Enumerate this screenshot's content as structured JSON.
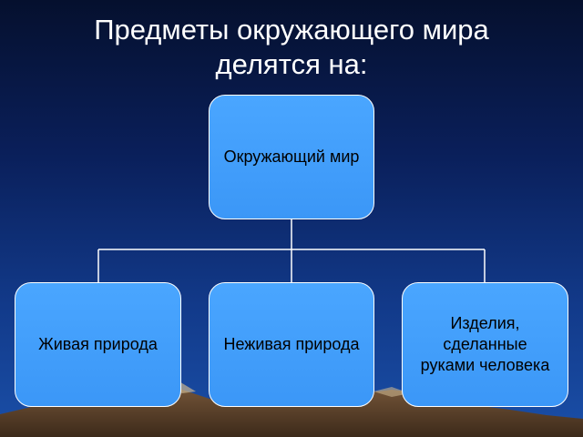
{
  "slide": {
    "title": "Предметы окружающего мира\nделятся на:"
  },
  "diagram": {
    "root": {
      "label": "Окружающий мир"
    },
    "children": [
      {
        "label": "Живая природа"
      },
      {
        "label": "Неживая природа"
      },
      {
        "label": "Изделия,\nсделанные\nруками человека"
      }
    ]
  },
  "colors": {
    "node_fill": "#3b97f7",
    "node_border": "#ffffff",
    "connector": "#ffffff",
    "background_top": "#05102e",
    "background_bottom": "#1a4fa8"
  }
}
